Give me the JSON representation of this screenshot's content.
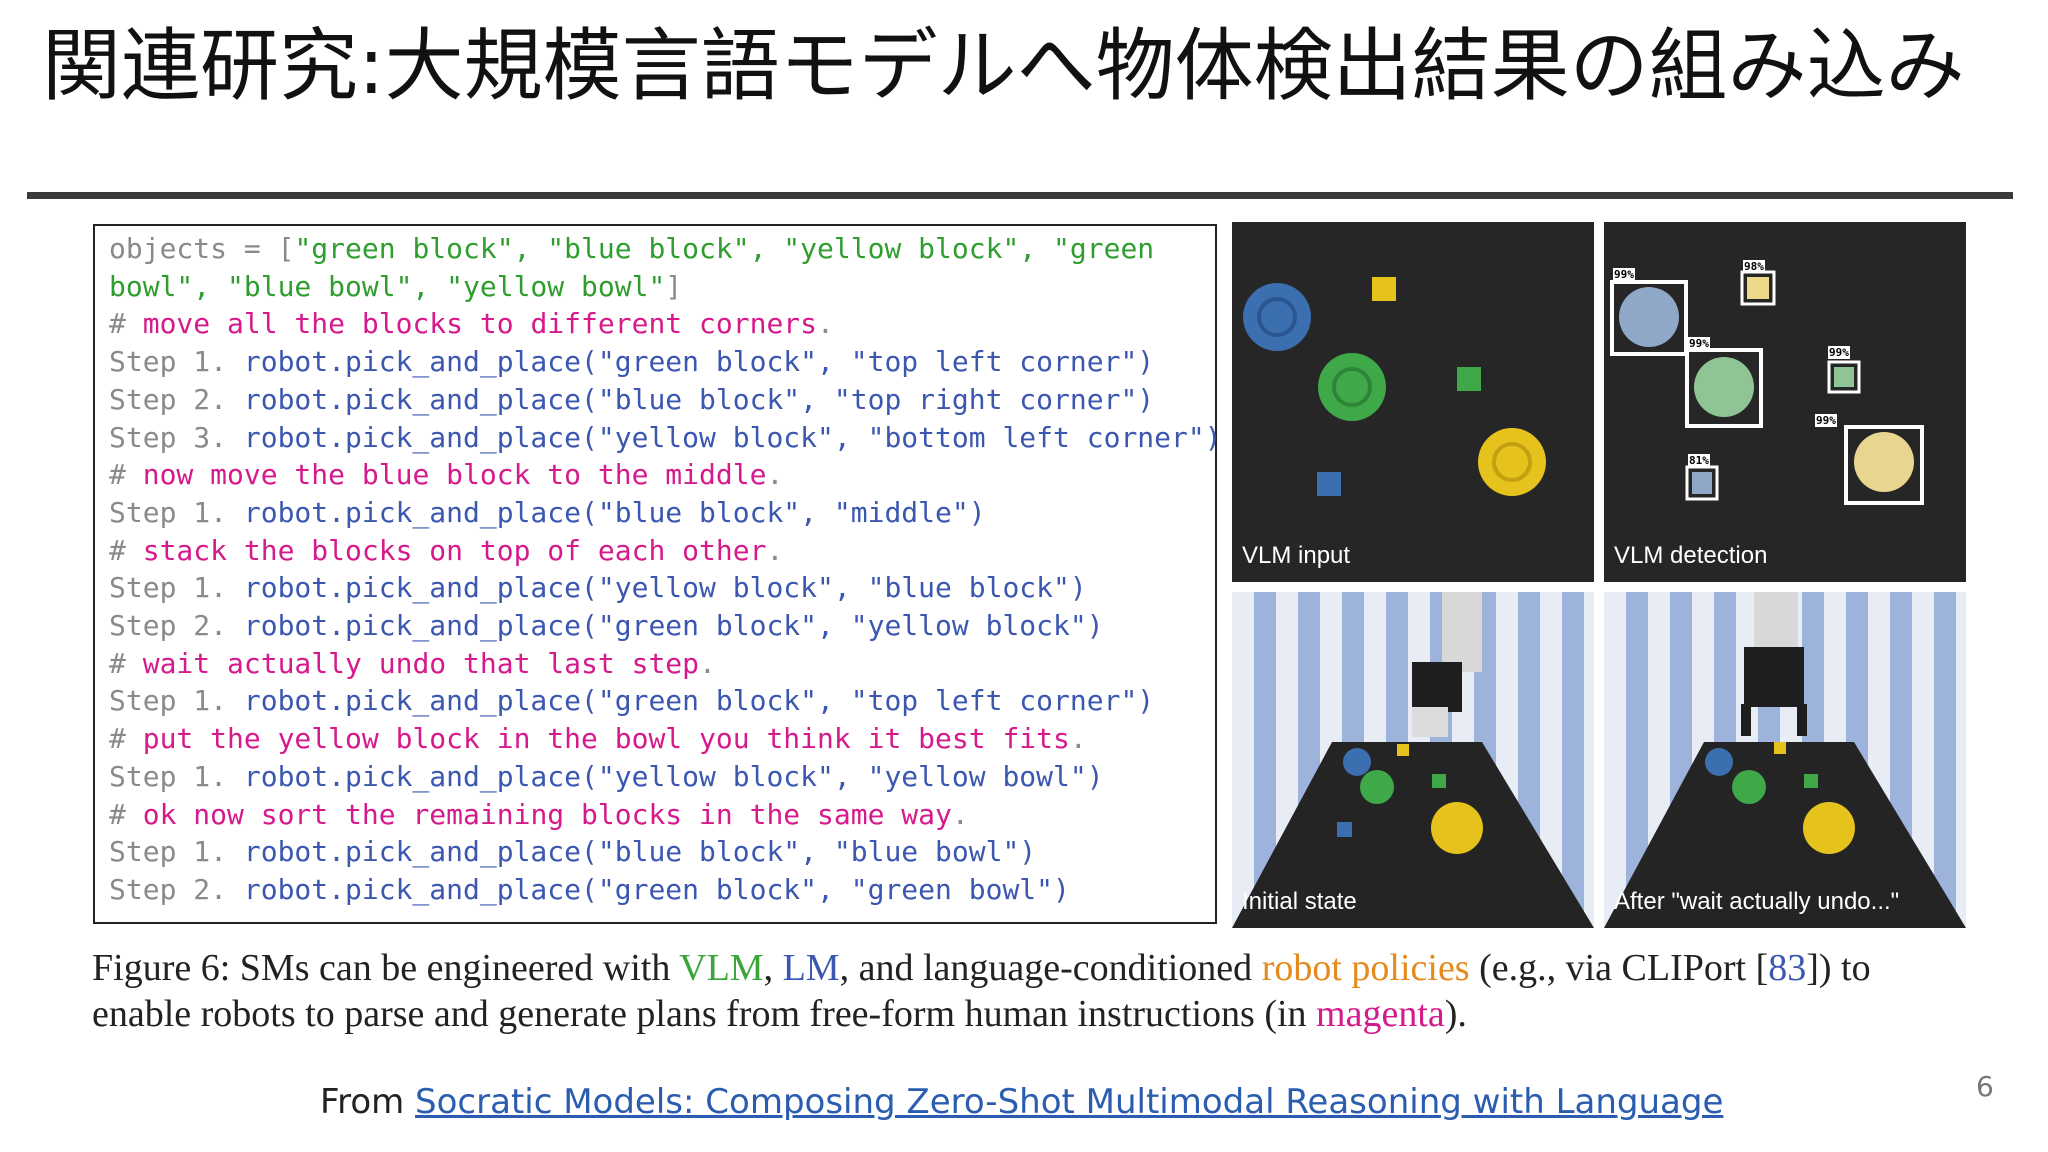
{
  "slide": {
    "title": "関連研究:大規模言語モデルへ物体検出結果の組み込み",
    "page_number": "6"
  },
  "code": {
    "line1": [
      {
        "t": "objects = [",
        "c": "gray"
      },
      {
        "t": "\"green block\", \"blue block\", \"yellow block\", \"green",
        "c": "green"
      }
    ],
    "line2": [
      {
        "t": "bowl\", \"blue bowl\", \"yellow bowl\"",
        "c": "green"
      },
      {
        "t": "]",
        "c": "gray"
      }
    ],
    "line3": [
      {
        "t": "# ",
        "c": "gray"
      },
      {
        "t": "move all the blocks to different corners",
        "c": "mag"
      },
      {
        "t": ".",
        "c": "gray"
      }
    ],
    "line4": [
      {
        "t": "Step 1. ",
        "c": "gray"
      },
      {
        "t": "robot.pick_and_place(\"green block\", \"top left corner\")",
        "c": "blue"
      }
    ],
    "line5": [
      {
        "t": "Step 2. ",
        "c": "gray"
      },
      {
        "t": "robot.pick_and_place(\"blue block\", \"top right corner\")",
        "c": "blue"
      }
    ],
    "line6": [
      {
        "t": "Step 3. ",
        "c": "gray"
      },
      {
        "t": "robot.pick_and_place(\"yellow block\", \"bottom left corner\")",
        "c": "blue"
      }
    ],
    "line7": [
      {
        "t": "# ",
        "c": "gray"
      },
      {
        "t": "now move the blue block to the middle",
        "c": "mag"
      },
      {
        "t": ".",
        "c": "gray"
      }
    ],
    "line8": [
      {
        "t": "Step 1. ",
        "c": "gray"
      },
      {
        "t": "robot.pick_and_place(\"blue block\", \"middle\")",
        "c": "blue"
      }
    ],
    "line9": [
      {
        "t": "# ",
        "c": "gray"
      },
      {
        "t": "stack the blocks on top of each other",
        "c": "mag"
      },
      {
        "t": ".",
        "c": "gray"
      }
    ],
    "line10": [
      {
        "t": "Step 1. ",
        "c": "gray"
      },
      {
        "t": "robot.pick_and_place(\"yellow block\", \"blue block\")",
        "c": "blue"
      }
    ],
    "line11": [
      {
        "t": "Step 2. ",
        "c": "gray"
      },
      {
        "t": "robot.pick_and_place(\"green block\", \"yellow block\")",
        "c": "blue"
      }
    ],
    "line12": [
      {
        "t": "# ",
        "c": "gray"
      },
      {
        "t": "wait actually undo that last step",
        "c": "mag"
      },
      {
        "t": ".",
        "c": "gray"
      }
    ],
    "line13": [
      {
        "t": "Step 1. ",
        "c": "gray"
      },
      {
        "t": "robot.pick_and_place(\"green block\", \"top left corner\")",
        "c": "blue"
      }
    ],
    "line14": [
      {
        "t": "# ",
        "c": "gray"
      },
      {
        "t": "put the yellow block in the bowl you think it best fits",
        "c": "mag"
      },
      {
        "t": ".",
        "c": "gray"
      }
    ],
    "line15": [
      {
        "t": "Step 1. ",
        "c": "gray"
      },
      {
        "t": "robot.pick_and_place(\"yellow block\", \"yellow bowl\")",
        "c": "blue"
      }
    ],
    "line16": [
      {
        "t": "# ",
        "c": "gray"
      },
      {
        "t": "ok now sort the remaining blocks in the same way",
        "c": "mag"
      },
      {
        "t": ".",
        "c": "gray"
      }
    ],
    "line17": [
      {
        "t": "Step 1. ",
        "c": "gray"
      },
      {
        "t": "robot.pick_and_place(\"blue block\", \"blue bowl\")",
        "c": "blue"
      }
    ],
    "line18": [
      {
        "t": "Step 2. ",
        "c": "gray"
      },
      {
        "t": "robot.pick_and_place(\"green block\", \"green bowl\")",
        "c": "blue"
      }
    ]
  },
  "panels": {
    "vlm_input": "VLM input",
    "vlm_detection": "VLM detection",
    "initial_state": "Initial state",
    "after_undo": "After \"wait actually undo...\"",
    "detections": [
      "99%",
      "98%",
      "99%",
      "99%",
      "99%",
      "81%"
    ]
  },
  "caption": {
    "prefix": "Figure 6:  SMs can be engineered with ",
    "vlm": "VLM",
    "sep1": ", ",
    "lm": "LM",
    "mid": ", and language-conditioned ",
    "robot": "robot policies",
    "after_robot": " (e.g., via CLIPort [",
    "ref": "83",
    "rest": "]) to enable robots to parse and generate plans from free-form human instructions (in ",
    "magenta": "magenta",
    "end": ")."
  },
  "source": {
    "prefix": "From ",
    "link": "Socratic Models: Composing Zero-Shot Multimodal Reasoning with Language"
  },
  "colors": {
    "green": "#2f9e2f",
    "blue": "#3b57b0",
    "magenta": "#d61a8c",
    "orange": "#e58a1c",
    "gray": "#8a8a8a"
  }
}
